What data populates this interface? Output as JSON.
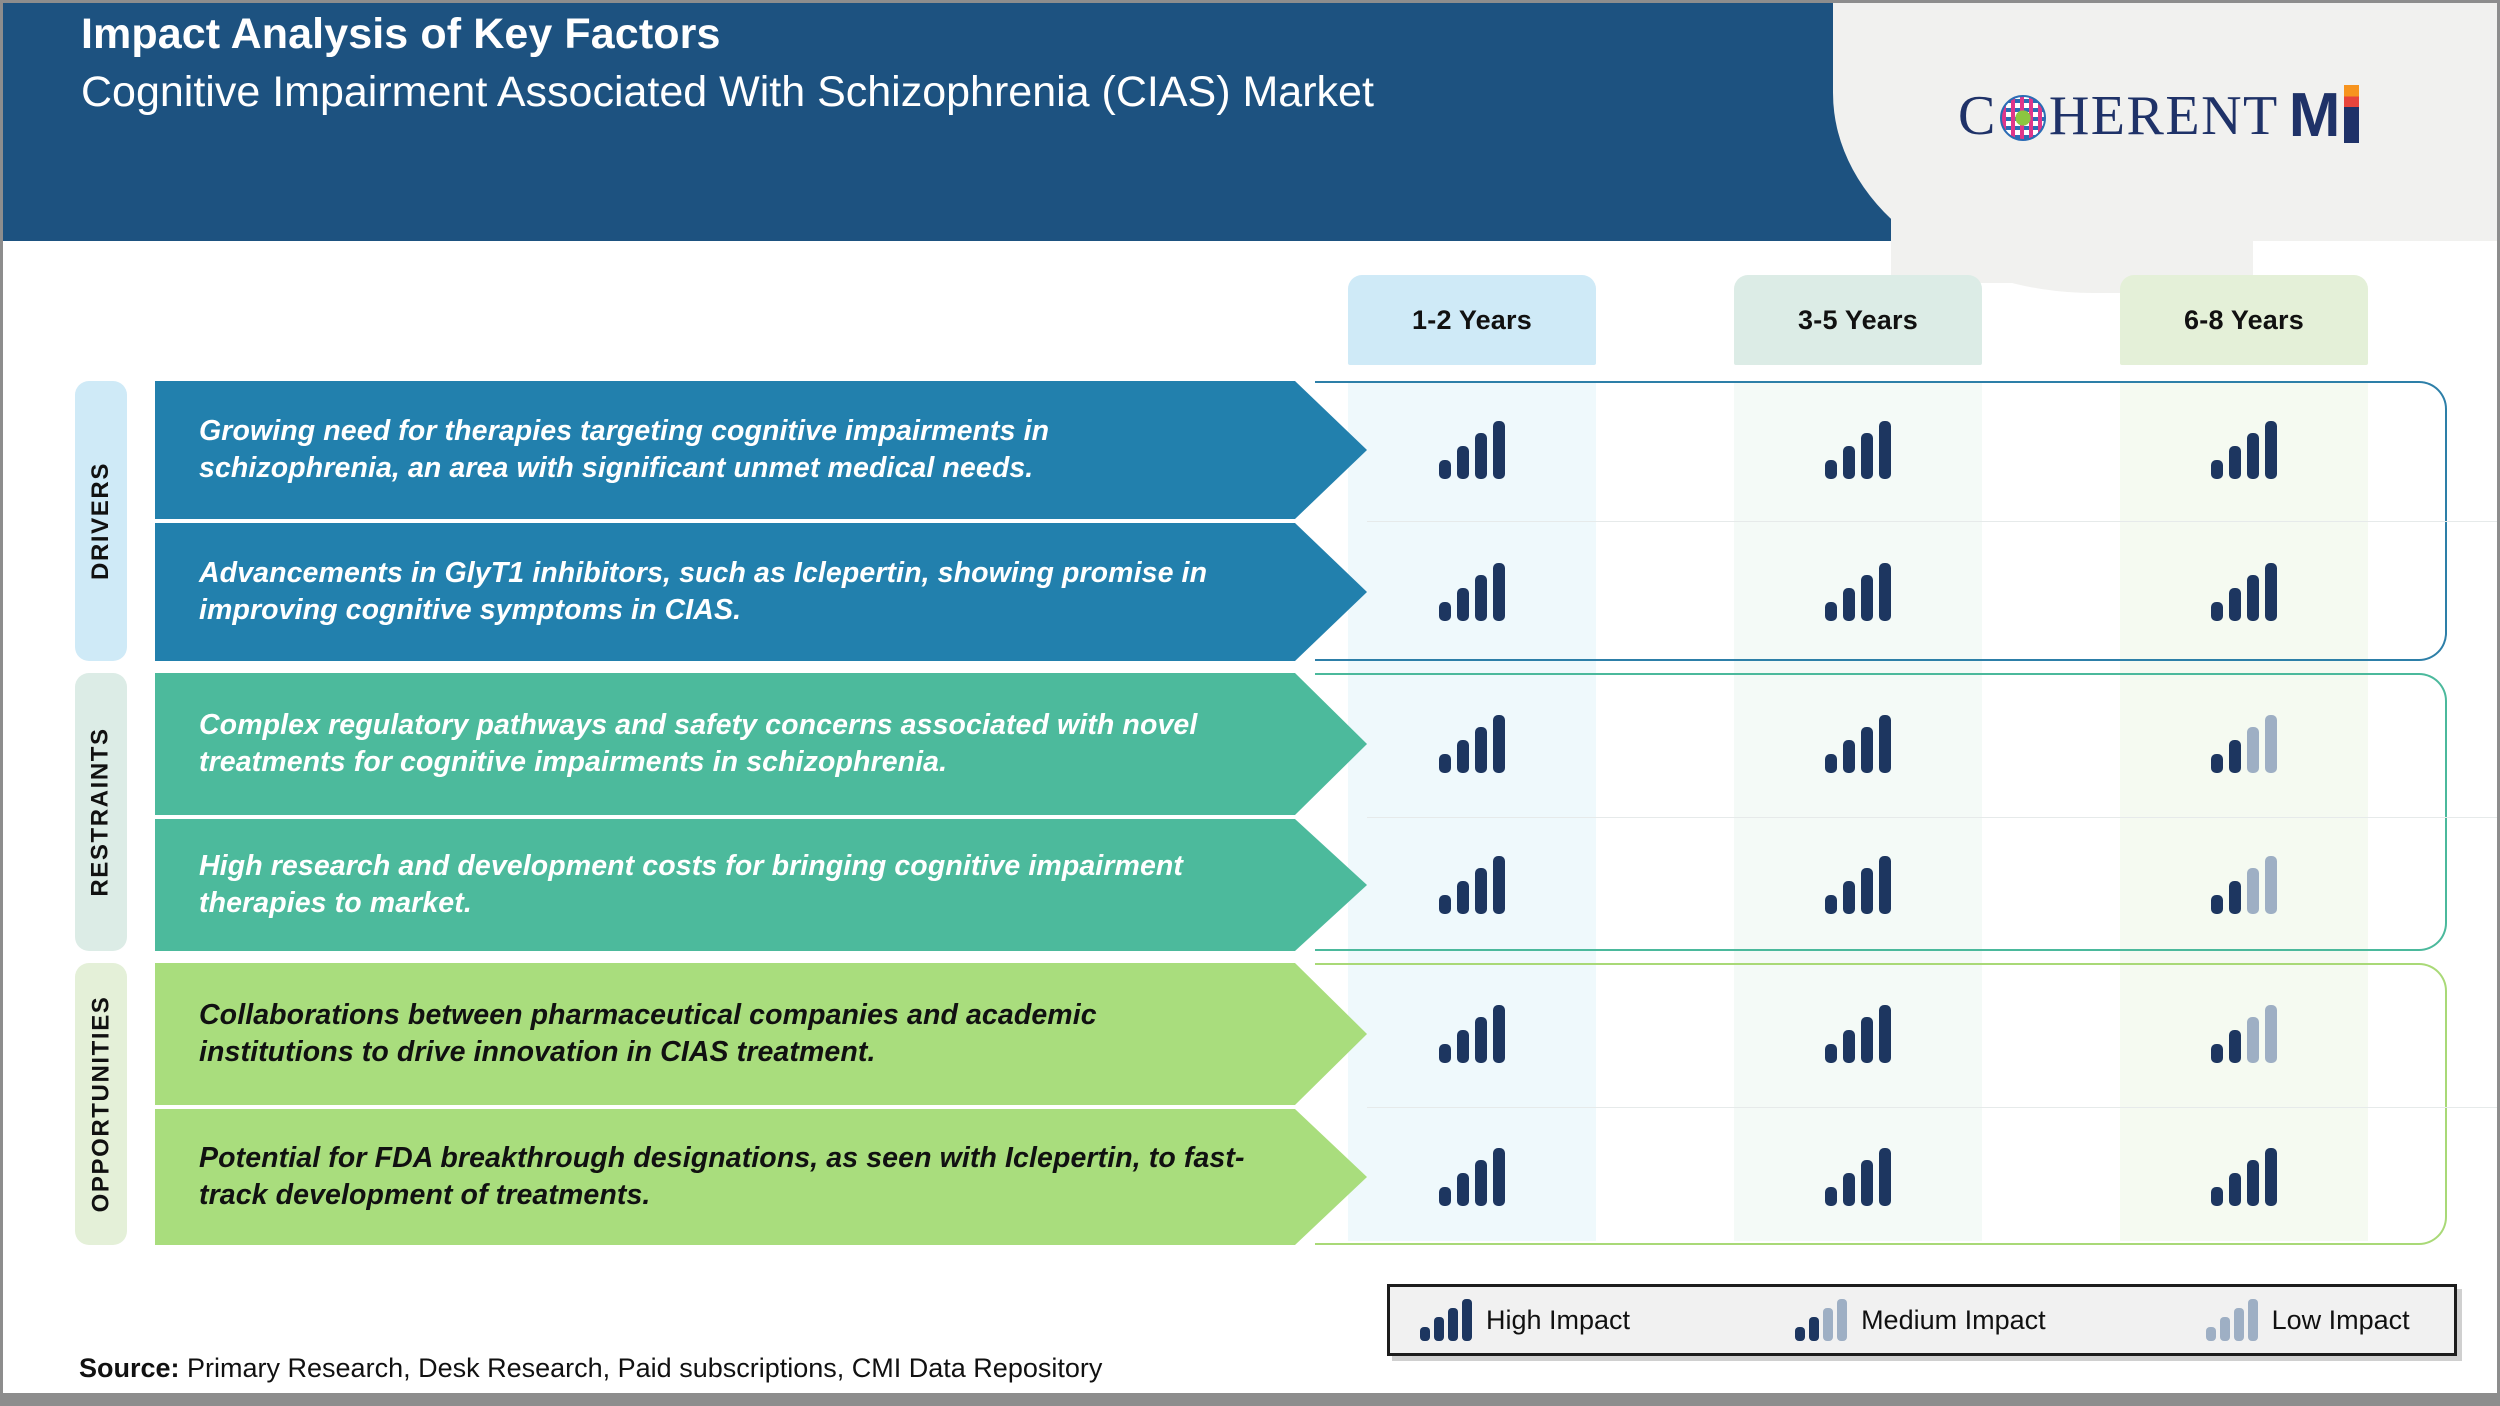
{
  "header": {
    "eyebrow": "Impact Analysis of Key Factors",
    "title": "Cognitive Impairment Associated With Schizophrenia (CIAS) Market",
    "brand_primary": "C",
    "brand_rest": "HERENT",
    "brand_suffix": "M",
    "brand_globe_icon": "globe-icon",
    "colors": {
      "header_blue": "#1d5280",
      "brand_navy": "#1f3268"
    }
  },
  "columns": [
    {
      "label": "1-2 Years",
      "color": "#cfeaf7"
    },
    {
      "label": "3-5 Years",
      "color": "#dcece6"
    },
    {
      "label": "6-8 Years",
      "color": "#e4f0d8"
    }
  ],
  "legend": {
    "items": [
      {
        "label": "High Impact",
        "filled": 4
      },
      {
        "label": "Medium Impact",
        "filled": 2
      },
      {
        "label": "Low Impact",
        "filled": 0
      }
    ]
  },
  "source": {
    "label": "Source:",
    "text": " Primary Research, Desk Research, Paid subscriptions, CMI Data Repository"
  },
  "sections": [
    {
      "key": "drivers",
      "label": "DRIVERS",
      "color": "#2280ad",
      "tab_color": "#cfeaf7",
      "rows": [
        {
          "text": "Growing need for therapies targeting cognitive impairments in schizophrenia, an area with significant unmet medical needs.",
          "impacts": [
            "High Impact",
            "High Impact",
            "High Impact"
          ]
        },
        {
          "text": "Advancements in GlyT1 inhibitors, such as Iclepertin, showing promise in improving cognitive symptoms in CIAS.",
          "impacts": [
            "High Impact",
            "High Impact",
            "High Impact"
          ]
        }
      ]
    },
    {
      "key": "restraints",
      "label": "RESTRAINTS",
      "color": "#4cba9c",
      "tab_color": "#dcece6",
      "rows": [
        {
          "text": "Complex regulatory pathways and safety concerns associated with novel treatments for cognitive impairments in schizophrenia.",
          "impacts": [
            "High Impact",
            "High Impact",
            "Medium Impact"
          ]
        },
        {
          "text": "High research and development costs for bringing cognitive impairment therapies to market.",
          "impacts": [
            "High Impact",
            "High Impact",
            "Medium Impact"
          ]
        }
      ]
    },
    {
      "key": "opportunities",
      "label": "OPPORTUNITIES",
      "color": "#a9dd7d",
      "tab_color": "#e4f0d8",
      "rows": [
        {
          "text": "Collaborations between pharmaceutical companies and academic institutions to drive innovation in CIAS treatment.",
          "impacts": [
            "High Impact",
            "High Impact",
            "Medium Impact"
          ]
        },
        {
          "text": "Potential for FDA breakthrough designations, as seen with Iclepertin, to fast-track development of treatments.",
          "impacts": [
            "High Impact",
            "High Impact",
            "High Impact"
          ]
        }
      ]
    }
  ],
  "chart_data": {
    "type": "heatmap",
    "title": "Impact Analysis of Key Factors - Cognitive Impairment Associated With Schizophrenia (CIAS) Market",
    "xlabel": "",
    "ylabel": "",
    "categories": [
      "1-2 Years",
      "3-5 Years",
      "6-8 Years"
    ],
    "value_scale": {
      "High Impact": 4,
      "Medium Impact": 2,
      "Low Impact": 0,
      "max_bars": 4
    },
    "legend_position": "bottom-right",
    "grid": false,
    "series": [
      {
        "name": "DRIVERS / Growing need for therapies targeting cognitive impairments in schizophrenia, an area with significant unmet medical needs.",
        "values": [
          4,
          4,
          4
        ],
        "labels": [
          "High Impact",
          "High Impact",
          "High Impact"
        ]
      },
      {
        "name": "DRIVERS / Advancements in GlyT1 inhibitors, such as Iclepertin, showing promise in improving cognitive symptoms in CIAS.",
        "values": [
          4,
          4,
          4
        ],
        "labels": [
          "High Impact",
          "High Impact",
          "High Impact"
        ]
      },
      {
        "name": "RESTRAINTS / Complex regulatory pathways and safety concerns associated with novel treatments for cognitive impairments in schizophrenia.",
        "values": [
          4,
          4,
          2
        ],
        "labels": [
          "High Impact",
          "High Impact",
          "Medium Impact"
        ]
      },
      {
        "name": "RESTRAINTS / High research and development costs for bringing cognitive impairment therapies to market.",
        "values": [
          4,
          4,
          2
        ],
        "labels": [
          "High Impact",
          "High Impact",
          "Medium Impact"
        ]
      },
      {
        "name": "OPPORTUNITIES / Collaborations between pharmaceutical companies and academic institutions to drive innovation in CIAS treatment.",
        "values": [
          4,
          4,
          2
        ],
        "labels": [
          "High Impact",
          "High Impact",
          "Medium Impact"
        ]
      },
      {
        "name": "OPPORTUNITIES / Potential for FDA breakthrough designations, as seen with Iclepertin, to fast-track development of treatments.",
        "values": [
          4,
          4,
          4
        ],
        "labels": [
          "High Impact",
          "High Impact",
          "High Impact"
        ]
      }
    ]
  }
}
